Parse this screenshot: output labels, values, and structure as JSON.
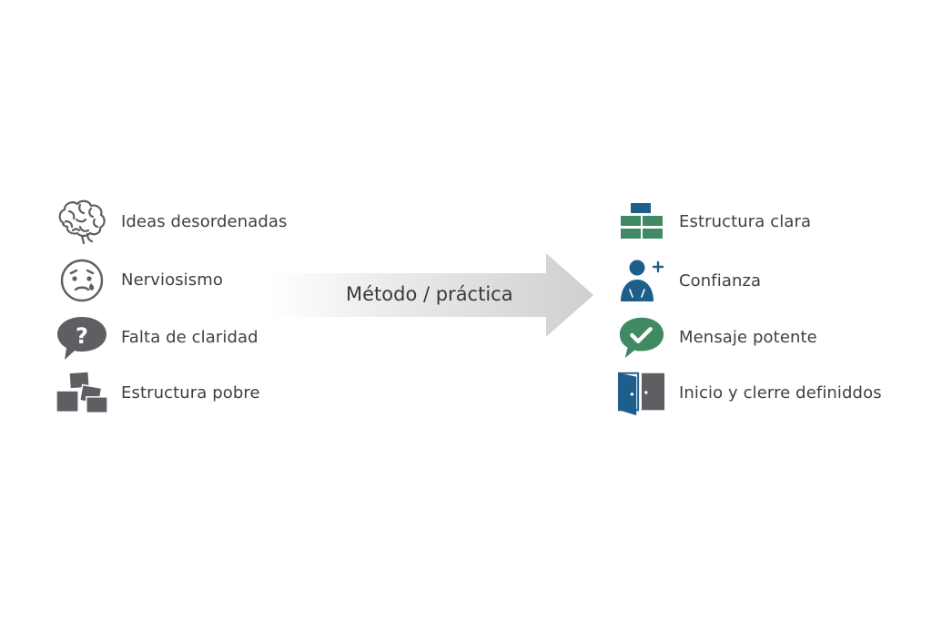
{
  "left": {
    "items": [
      {
        "label": "Ideas desordenadas",
        "icon": "brain-icon"
      },
      {
        "label": "Nerviosismo",
        "icon": "worried-face-icon"
      },
      {
        "label": "Falta de claridad",
        "icon": "question-bubble-icon"
      },
      {
        "label": "Estructura pobre",
        "icon": "scattered-boxes-icon"
      }
    ]
  },
  "arrow": {
    "label": "Método / práctica"
  },
  "right": {
    "items": [
      {
        "label": "Estructura clara",
        "icon": "stacked-blocks-icon"
      },
      {
        "label": "Confianza",
        "icon": "person-plus-icon"
      },
      {
        "label": "Mensaje potente",
        "icon": "check-bubble-icon"
      },
      {
        "label": "Inicio y clerre definiddos",
        "icon": "door-icon"
      }
    ]
  },
  "colors": {
    "problem_gray": "#5e5f63",
    "text": "#3f3f3f",
    "blue": "#1d5f8a",
    "green": "#3f8a62",
    "arrow_gray": "#d4d4d4"
  }
}
